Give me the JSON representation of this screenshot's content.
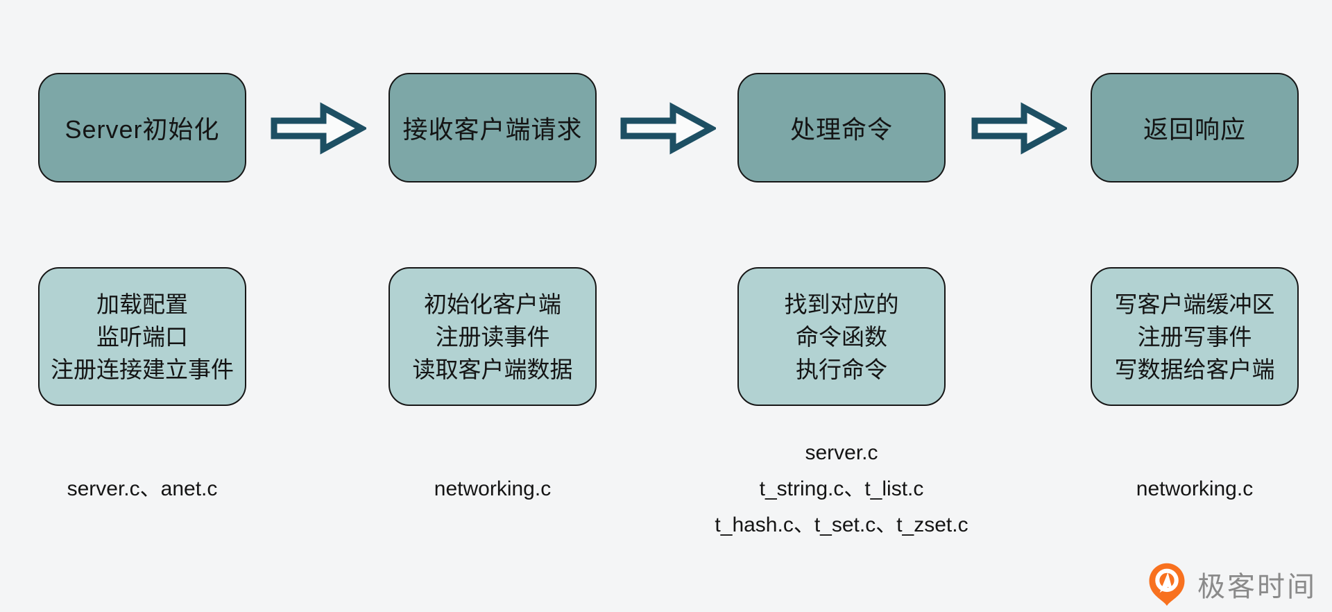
{
  "colors": {
    "page_bg": "#f4f5f6",
    "stage_fill": "#7da7a7",
    "detail_fill": "#b2d2d2",
    "box_border": "#161616",
    "box_text": "#141414",
    "arrow_stroke": "#1d4f63",
    "arrow_fill": "#fafbfb",
    "file_text": "#141414",
    "logo_orange": "#f8711f",
    "logo_text": "#8a8a8a"
  },
  "stages": [
    {
      "title": "Server初始化",
      "details": [
        "加载配置",
        "监听端口",
        "注册连接建立事件"
      ],
      "files": [
        "server.c、anet.c"
      ]
    },
    {
      "title": "接收客户端请求",
      "details": [
        "初始化客户端",
        "注册读事件",
        "读取客户端数据"
      ],
      "files": [
        "networking.c"
      ]
    },
    {
      "title": "处理命令",
      "details": [
        "找到对应的",
        "命令函数",
        "执行命令"
      ],
      "files": [
        "server.c",
        "t_string.c、t_list.c",
        "t_hash.c、t_set.c、t_zset.c"
      ]
    },
    {
      "title": "返回响应",
      "details": [
        "写客户端缓冲区",
        "注册写事件",
        "写数据给客户端"
      ],
      "files": [
        "networking.c"
      ]
    }
  ],
  "branding": {
    "logo_text": "极客时间"
  }
}
